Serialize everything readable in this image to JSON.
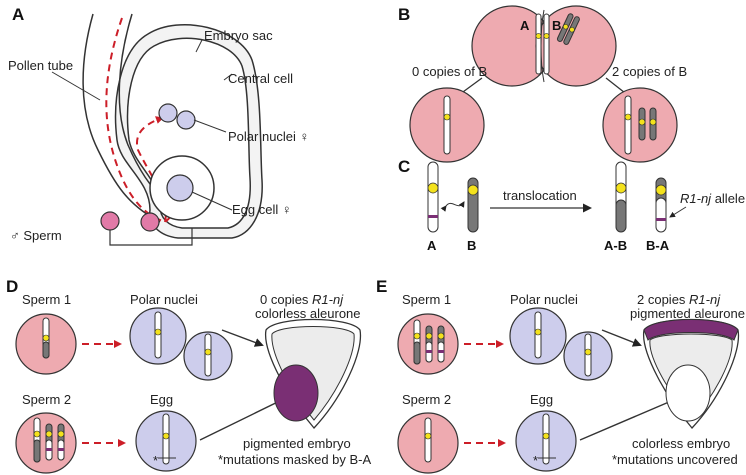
{
  "colors": {
    "cell_pink": "#eeaab0",
    "cell_lavender": "#cdcdec",
    "chrom_gray": "#777777",
    "centromere_yellow": "#f4e21c",
    "band_purple": "#7a2f74",
    "arrow_red": "#cc1e28",
    "fill_gray": "#ececec"
  },
  "panel_a": {
    "letter": "A",
    "embryo_sac": "Embryo sac",
    "pollen_tube": "Pollen tube",
    "central_cell": "Central cell",
    "polar_nuclei": "Polar nuclei ♀",
    "egg_cell": "Egg cell ♀",
    "sperm": "♂ Sperm"
  },
  "panel_b": {
    "letter": "B",
    "chrom_a": "A",
    "chrom_b": "B",
    "left_result": "0 copies of B",
    "right_result": "2 copies of B"
  },
  "panel_c": {
    "letter": "C",
    "chrom_a": "A",
    "chrom_b": "B",
    "translocation": "translocation",
    "product_ab": "A-B",
    "product_ba": "B-A",
    "allele_name": "R1-nj",
    "allele_word": " allele"
  },
  "panel_d": {
    "letter": "D",
    "sperm1": "Sperm 1",
    "sperm2": "Sperm 2",
    "polar_nuclei": "Polar nuclei",
    "egg": "Egg",
    "endo_line1_pre": "0 copies ",
    "endo_line1_it": "R1-nj",
    "endo_line2": "colorless aleurone",
    "embryo_line1": "pigmented embryo",
    "embryo_line2": "*mutations masked by B-A"
  },
  "panel_e": {
    "letter": "E",
    "sperm1": "Sperm 1",
    "sperm2": "Sperm 2",
    "polar_nuclei": "Polar nuclei",
    "egg": "Egg",
    "endo_line1_pre": "2 copies ",
    "endo_line1_it": "R1-nj",
    "endo_line2": "pigmented aleurone",
    "embryo_line1": "colorless embryo",
    "embryo_line2": "*mutations uncovered"
  }
}
